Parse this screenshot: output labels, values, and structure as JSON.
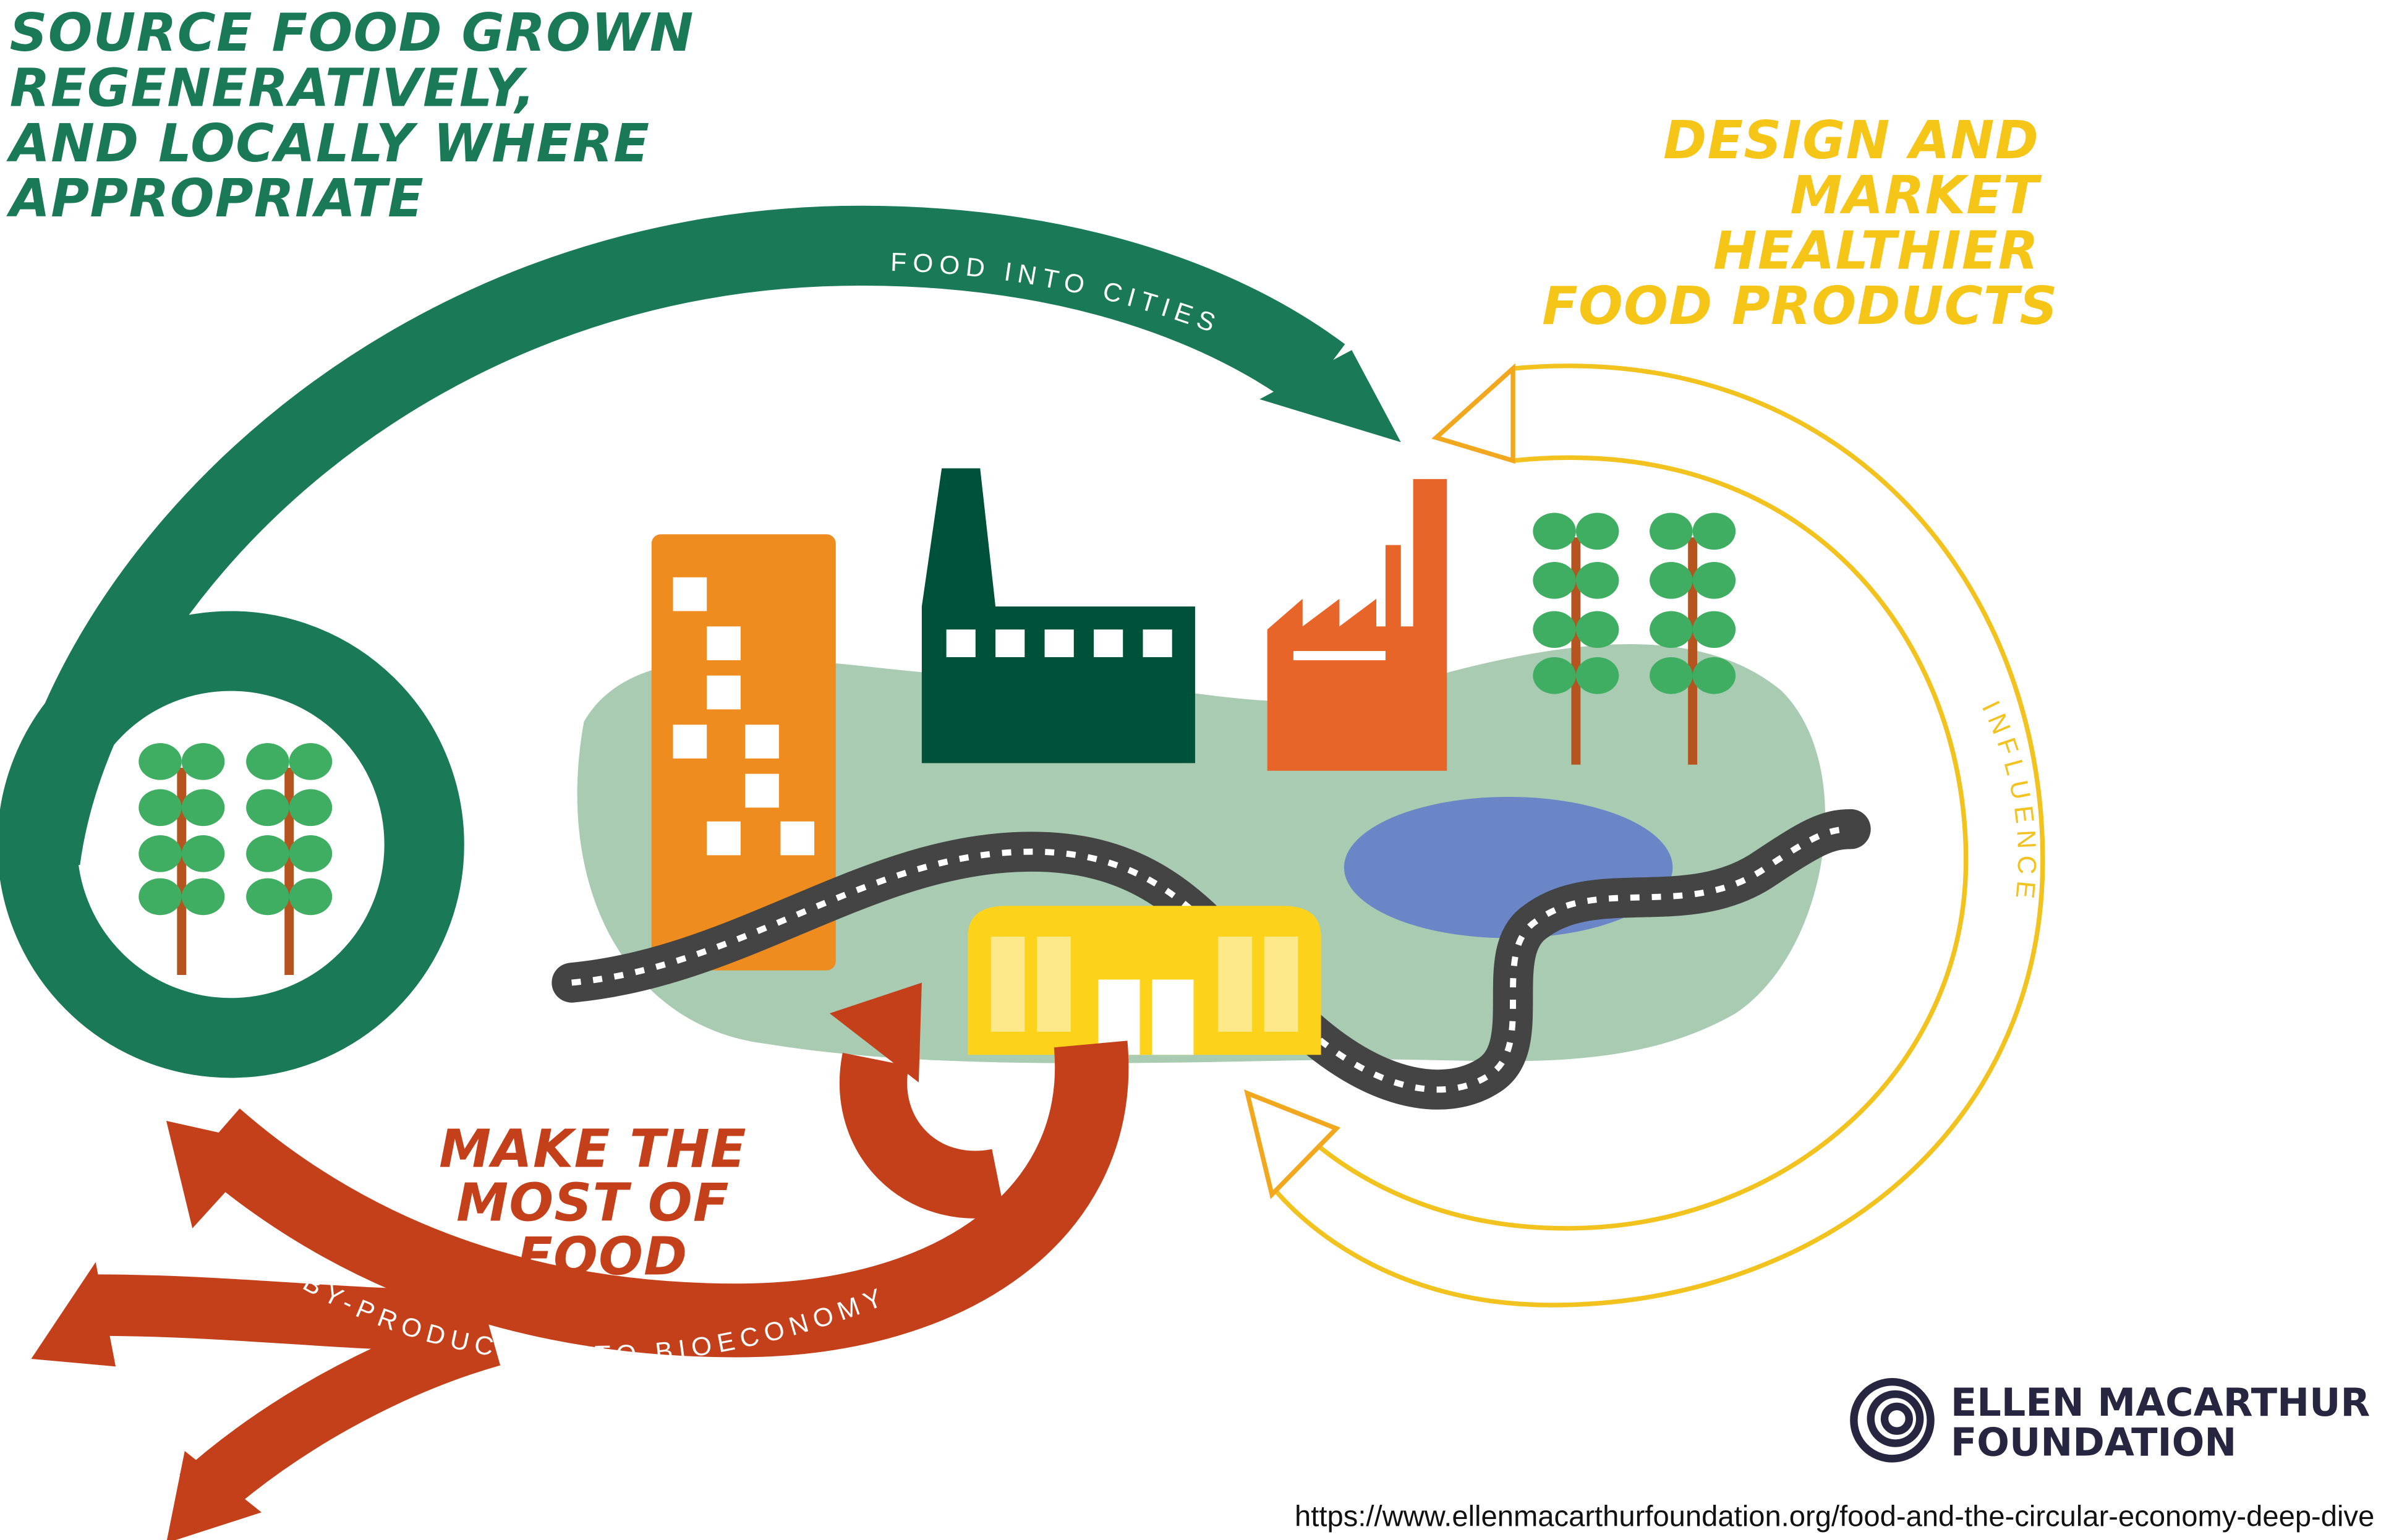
{
  "headings": {
    "source": [
      "SOURCE FOOD GROWN",
      "REGENERATIVELY,",
      "AND LOCALLY WHERE",
      "APPROPRIATE"
    ],
    "design": [
      "DESIGN AND",
      "MARKET",
      "HEALTHIER",
      "FOOD PRODUCTS"
    ],
    "make": [
      "MAKE THE",
      "MOST OF",
      "FOOD"
    ]
  },
  "flows": {
    "food_into_cities": "FOOD INTO CITIES",
    "influence": "INFLUENCE",
    "byproducts": "BY-PRODUCTS INTO BIOECONOMY"
  },
  "logo": {
    "line1": "ELLEN MACARTHUR",
    "line2": "FOUNDATION"
  },
  "source_url": "https://www.ellenmacarthurfoundation.org/food-and-the-circular-economy-deep-dive",
  "colors": {
    "green": "#1a7a57",
    "yellow": "#f5c518",
    "orange": "#c4401a",
    "land": "#a8cbb2",
    "water": "#6b86c6",
    "road": "#444444"
  }
}
